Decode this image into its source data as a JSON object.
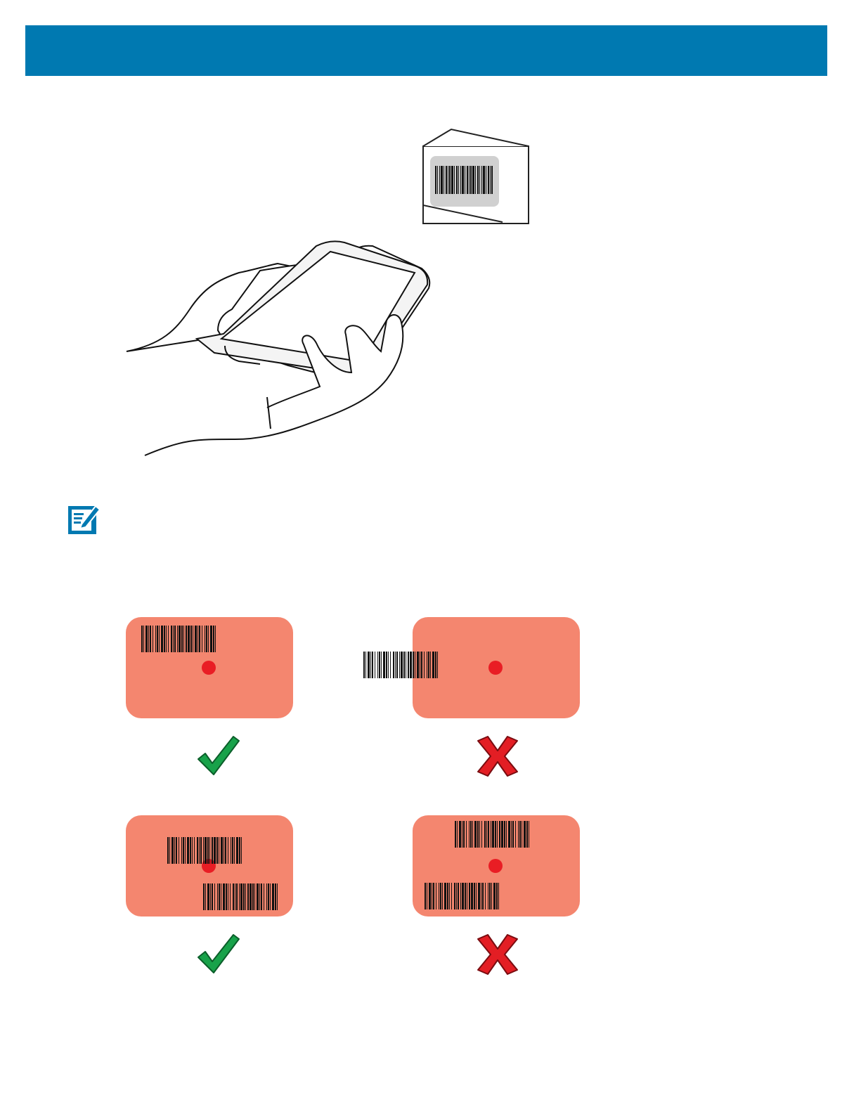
{
  "colors": {
    "header": "#0079b1",
    "panel": "#f4866f",
    "aim_dot": "#e91d24",
    "check": "#18a24a",
    "cross": "#e31e24",
    "note_icon": "#0079b1"
  },
  "illustration": {
    "icons": [
      "hand-holding-device-icon",
      "barcode-box-icon"
    ]
  },
  "note": {
    "icon": "note-pencil-icon"
  },
  "aiming_examples": [
    {
      "result": "correct",
      "icon": "check-mark-icon"
    },
    {
      "result": "incorrect",
      "icon": "x-mark-icon"
    },
    {
      "result": "correct",
      "icon": "check-mark-icon"
    },
    {
      "result": "incorrect",
      "icon": "x-mark-icon"
    }
  ]
}
